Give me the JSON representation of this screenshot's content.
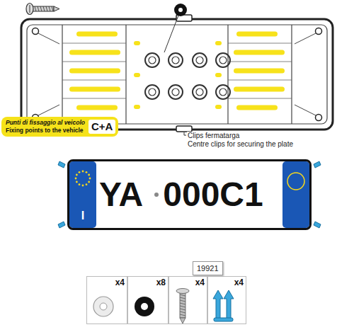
{
  "diagram": {
    "nodes": [
      {
        "text": [
          "Punti di fissaggio al veicolo",
          "Fixing points to the vehicle"
        ]
      },
      {
        "text": [
          "C+A"
        ],
        "in": 0
      },
      {
        "text": [
          "YA",
          "000C1"
        ]
      },
      {
        "text": [
          "I"
        ],
        "in": 2
      },
      {
        "text": [
          "19921"
        ]
      },
      {
        "text": [
          "x4"
        ]
      },
      {
        "text": [
          "x8"
        ]
      },
      {
        "text": [
          "x4"
        ]
      },
      {
        "text": [
          "x4"
        ]
      }
    ],
    "labels": [
      "Clips fermatarga",
      "Centre clips for securing the plate"
    ]
  }
}
